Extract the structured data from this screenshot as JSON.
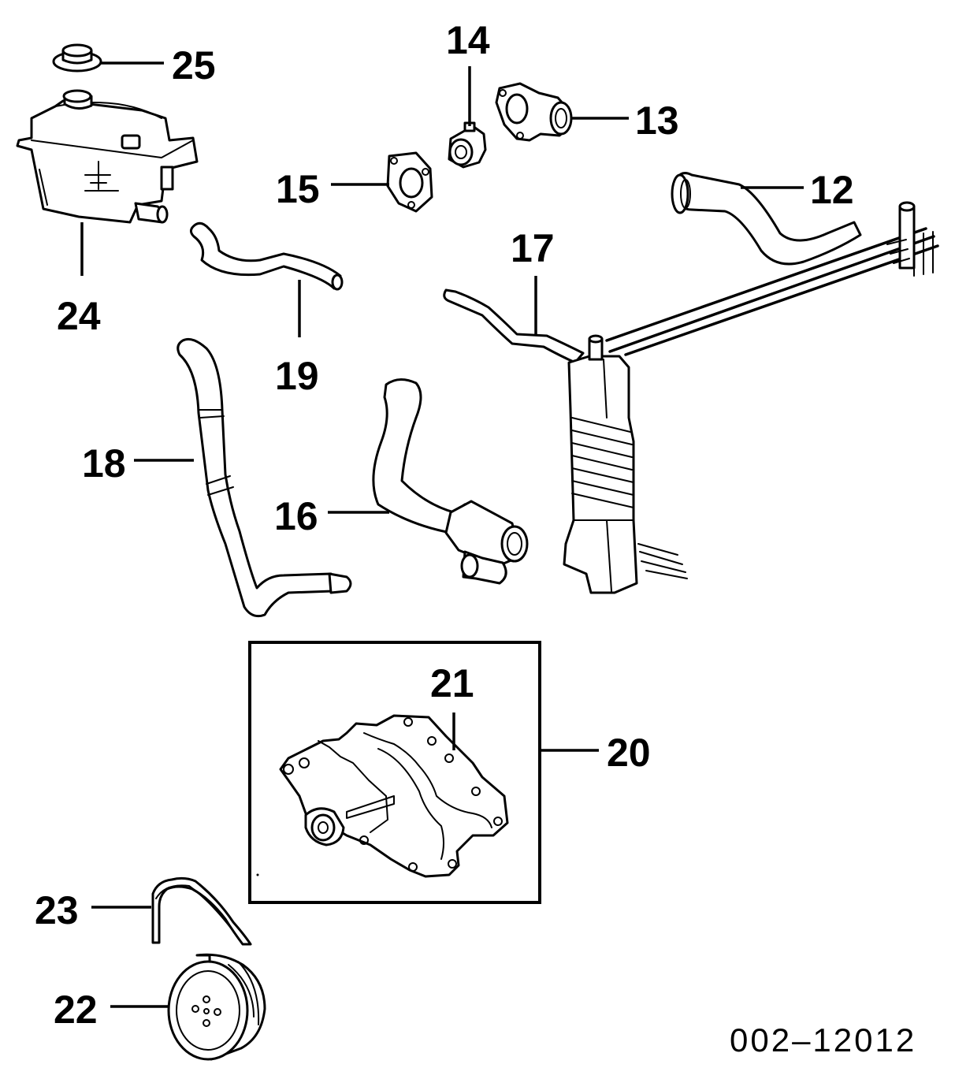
{
  "diagram": {
    "callouts": {
      "c12": "12",
      "c13": "13",
      "c14": "14",
      "c15": "15",
      "c16": "16",
      "c17": "17",
      "c18": "18",
      "c19": "19",
      "c20": "20",
      "c21": "21",
      "c22": "22",
      "c23": "23",
      "c24": "24",
      "c25": "25"
    },
    "drawing_code": "002–12012"
  }
}
